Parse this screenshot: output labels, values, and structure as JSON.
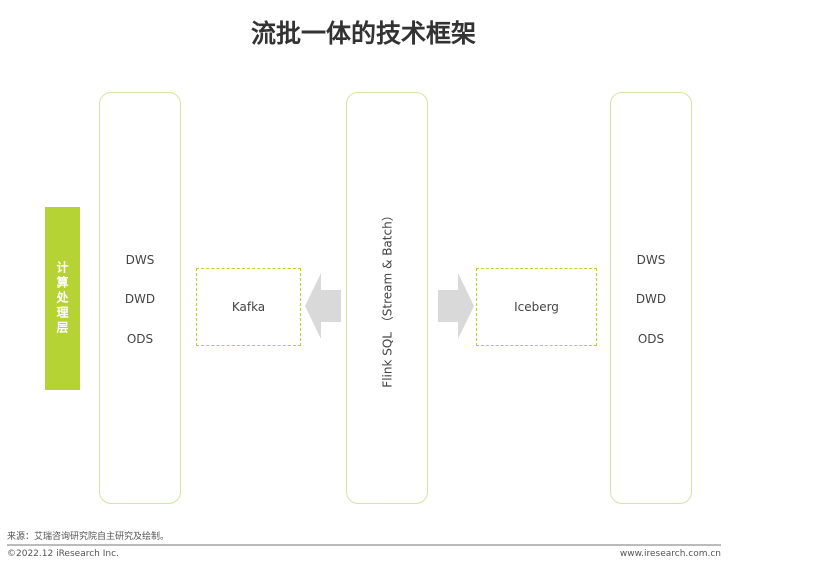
{
  "title": "流批一体的技术框架",
  "side_label": "计算处理层",
  "left_column": {
    "layers": [
      "DWS",
      "DWD",
      "ODS"
    ]
  },
  "right_column": {
    "layers": [
      "DWS",
      "DWD",
      "ODS"
    ]
  },
  "kafka": "Kafka",
  "flink": "Flink SQL （Stream & Batch）",
  "iceberg": "Iceberg",
  "footer": {
    "source": "来源：艾瑞咨询研究院自主研究及绘制。",
    "copyright": "©2022.12 iResearch Inc.",
    "url": "www.iresearch.com.cn"
  },
  "colors": {
    "accent": "#b5d334",
    "arrow": "#d9d9d9"
  }
}
